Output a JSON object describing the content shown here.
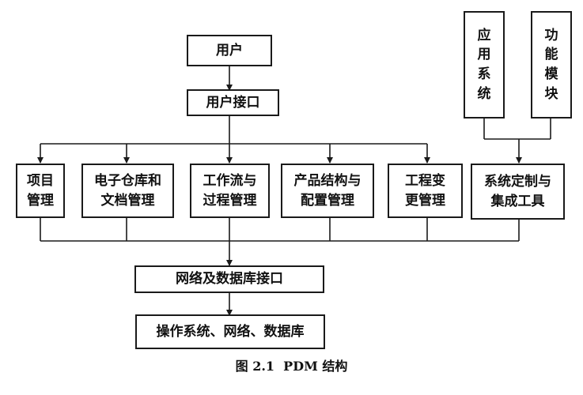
{
  "diagram": {
    "user": "用户",
    "user_interface": "用户接口",
    "modules": [
      {
        "line1": "项目",
        "line2": "管理"
      },
      {
        "line1": "电子仓库和",
        "line2": "文档管理"
      },
      {
        "line1": "工作流与",
        "line2": "过程管理"
      },
      {
        "line1": "产品结构与",
        "line2": "配置管理"
      },
      {
        "line1": "工程变",
        "line2": "更管理"
      },
      {
        "line1": "系统定制与",
        "line2": "集成工具"
      }
    ],
    "app_system": [
      "应",
      "用",
      "系",
      "统"
    ],
    "function_module": [
      "功",
      "能",
      "模",
      "块"
    ],
    "network_db_interface": "网络及数据库接口",
    "os_network_db": "操作系统、网络、数据库"
  },
  "caption": "图 2.1  PDM 结构"
}
